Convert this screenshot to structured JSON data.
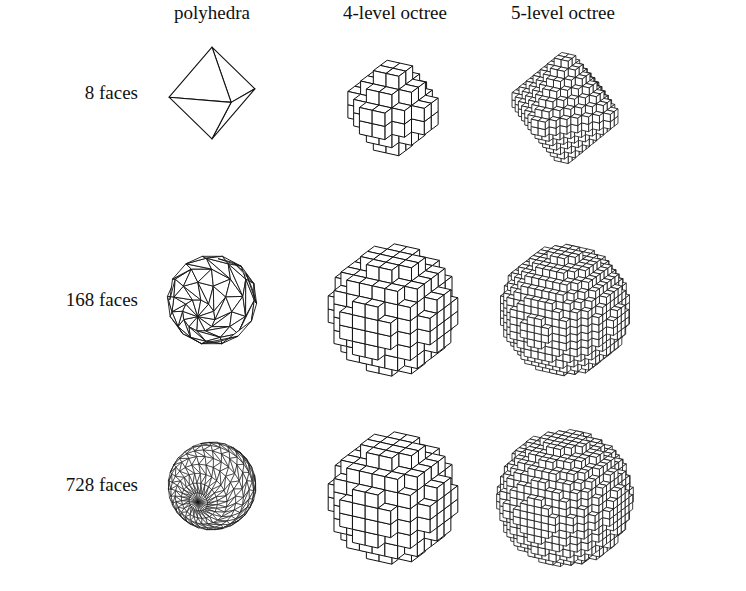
{
  "diagram": {
    "labels": [
      "polyhedra",
      "4-level octree",
      "5-level octree",
      "8 faces",
      "168 faces",
      "728 faces"
    ]
  }
}
